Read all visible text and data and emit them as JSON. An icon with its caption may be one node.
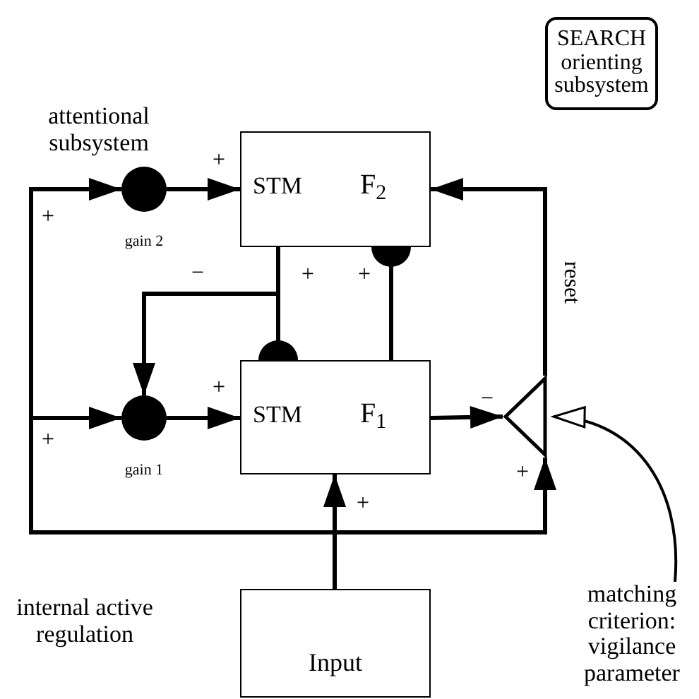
{
  "diagram": {
    "nodes": [
      {
        "text": [
          "STM",
          "F$_{2}$"
        ]
      },
      {
        "text": [
          "STM",
          "F$_{1}$"
        ]
      },
      {
        "text": [
          "Input"
        ]
      },
      {
        "text": [],
        "shape": "circle",
        "beside": [
          "gain 2"
        ]
      },
      {
        "text": [],
        "shape": "circle",
        "beside": [
          "gain 1"
        ]
      },
      {
        "text": [],
        "shape": "triangle"
      },
      {
        "text": [
          "SEARCH",
          "orienting subsystem"
        ]
      },
      {
        "text": [
          "matching criterion: vigilance parameter"
        ]
      }
    ],
    "edges": [
      {
        "from": 2,
        "to": 1,
        "arrow": "to"
      },
      {
        "from": 2,
        "to": 3,
        "arrow": "to"
      },
      {
        "from": 2,
        "to": 4,
        "arrow": "to"
      },
      {
        "from": 2,
        "to": 5,
        "arrow": "to"
      },
      {
        "from": 3,
        "to": 0,
        "arrow": "to"
      },
      {
        "from": 4,
        "to": 1,
        "arrow": "to"
      },
      {
        "from": 0,
        "to": 4,
        "arrow": "to"
      },
      {
        "from": 0,
        "to": 1,
        "arrow": "other"
      },
      {
        "from": 1,
        "to": 0,
        "arrow": "other"
      },
      {
        "from": 1,
        "to": 5,
        "arrow": "to"
      },
      {
        "from": 5,
        "to": 0,
        "arrow": "to",
        "label": "reset"
      },
      {
        "from": 7,
        "to": 5,
        "arrow": "to"
      }
    ],
    "labels": [
      "attentional subsystem",
      "+",
      "+",
      "−",
      "+",
      "+",
      "+",
      "−",
      "+",
      "+",
      "+",
      "internal active regulation"
    ]
  }
}
